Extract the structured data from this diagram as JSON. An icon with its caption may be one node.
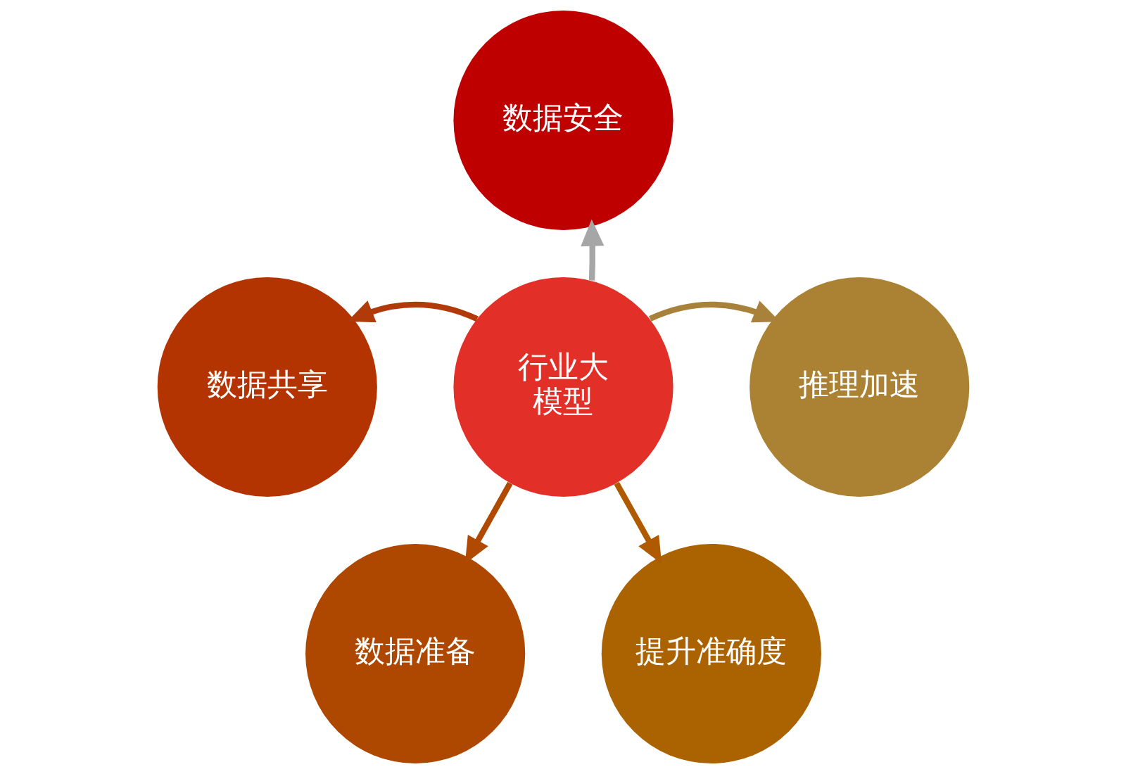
{
  "diagram": {
    "nodes": [
      {
        "text": [
          "数据安全"
        ]
      },
      {
        "text": [
          "数据共享"
        ]
      },
      {
        "text": [
          "行业大模型"
        ]
      },
      {
        "text": [
          "推理加速"
        ]
      },
      {
        "text": [
          "数据准备"
        ]
      },
      {
        "text": [
          "提升准确度"
        ]
      }
    ],
    "edges": [
      {
        "from": 2,
        "to": 0,
        "arrow": "to",
        "color": "#a6a6a6"
      },
      {
        "from": 2,
        "to": 3,
        "arrow": "to",
        "color": "#a8823a"
      },
      {
        "from": 2,
        "to": 5,
        "arrow": "to",
        "color": "#b05a00"
      },
      {
        "from": 2,
        "to": 4,
        "arrow": "to",
        "color": "#b04a00"
      },
      {
        "from": 2,
        "to": 1,
        "arrow": "to",
        "color": "#b03a0a"
      }
    ]
  }
}
